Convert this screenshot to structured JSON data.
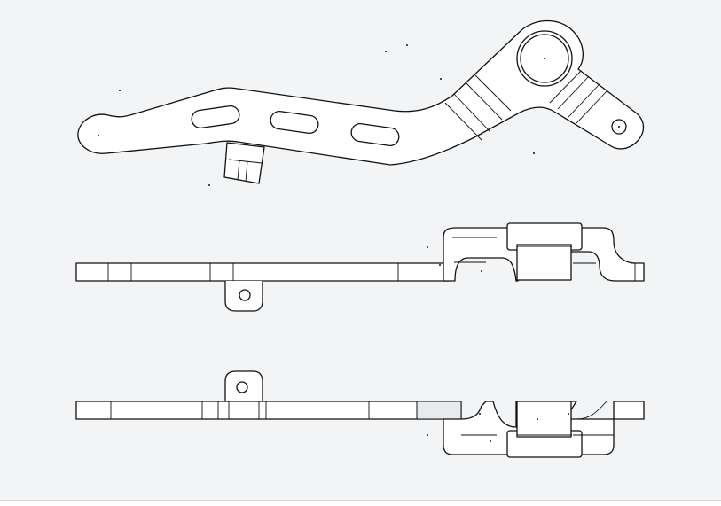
{
  "viewer": {
    "background_color": "#f3f4f5",
    "line_color": "#111111"
  },
  "views": [
    {
      "id": "top-view",
      "title": ""
    },
    {
      "id": "front-view",
      "title": ""
    },
    {
      "id": "bottom-view",
      "title": ""
    }
  ]
}
